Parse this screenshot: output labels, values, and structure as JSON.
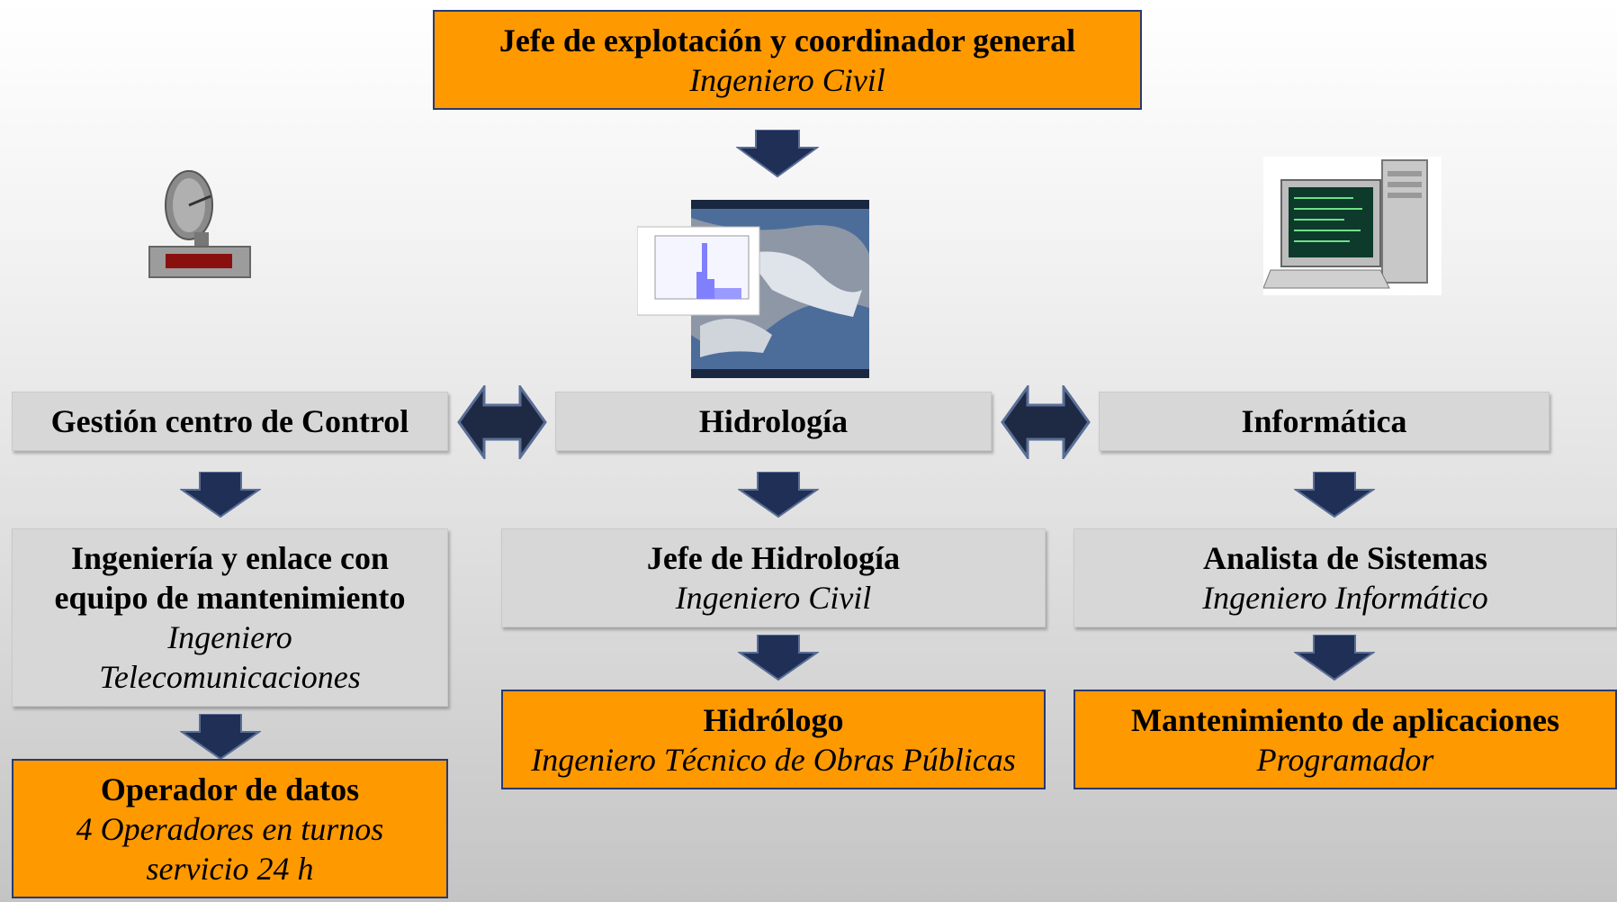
{
  "top": {
    "title": "Jefe de explotación y coordinador general",
    "subtitle": "Ingeniero Civil"
  },
  "areas": {
    "control": "Gestión centro de Control",
    "hidrologia": "Hidrología",
    "informatica": "Informática"
  },
  "roles": {
    "ingenieria": {
      "line1": "Ingeniería y enlace con",
      "line2": "equipo de mantenimiento",
      "sub1": "Ingeniero",
      "sub2": "Telecomunicaciones"
    },
    "jefe_hidrologia": {
      "title": "Jefe de Hidrología",
      "subtitle": "Ingeniero Civil"
    },
    "analista": {
      "title": "Analista de Sistemas",
      "subtitle": "Ingeniero Informático"
    },
    "operador": {
      "title": "Operador de datos",
      "sub1": "4 Operadores en turnos",
      "sub2": "servicio 24 h"
    },
    "hidrologo": {
      "title": "Hidrólogo",
      "subtitle": "Ingeniero Técnico de Obras Públicas"
    },
    "mantenimiento": {
      "title": "Mantenimiento de aplicaciones",
      "subtitle": "Programador"
    }
  },
  "icons": [
    "satellite-dish-icon",
    "weather-map-icon",
    "computer-icon"
  ],
  "colors": {
    "orange": "#ff9900",
    "grey_box": "#d7d7d7",
    "arrow": "#1f2f56",
    "border": "#283a70"
  }
}
